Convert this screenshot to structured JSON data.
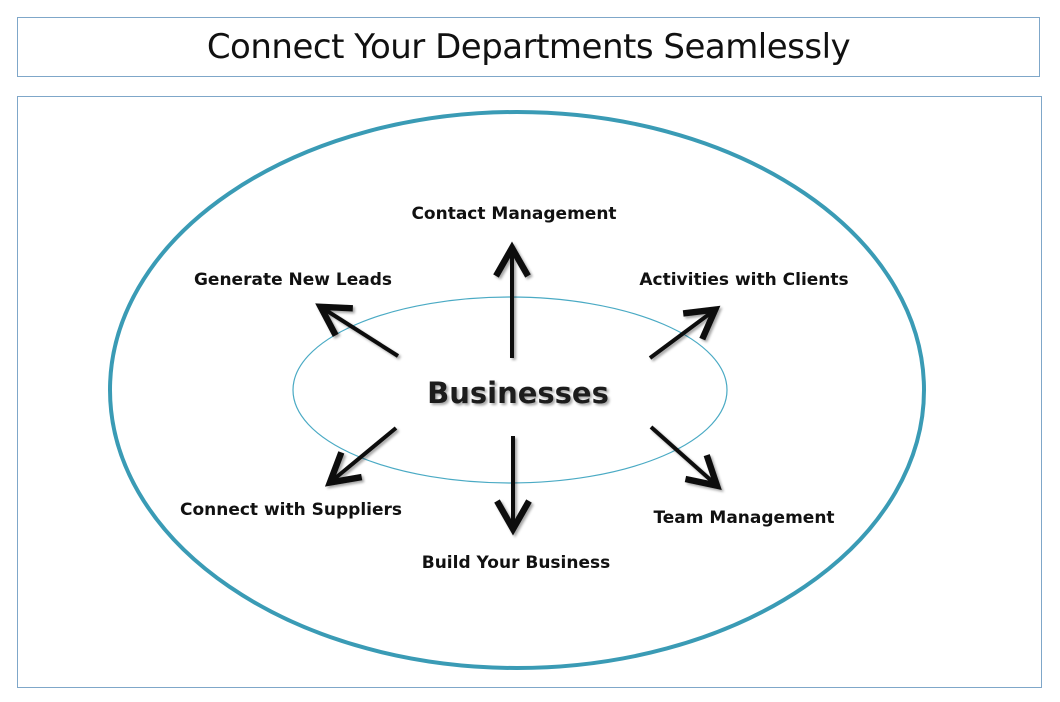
{
  "title": "Connect Your Departments Seamlessly",
  "diagram": {
    "center_label": "Businesses",
    "nodes": [
      {
        "id": "top",
        "label": "Contact Management"
      },
      {
        "id": "top-left",
        "label": "Generate New Leads"
      },
      {
        "id": "top-right",
        "label": "Activities with Clients"
      },
      {
        "id": "bottom-left",
        "label": "Connect with Suppliers"
      },
      {
        "id": "bottom",
        "label": "Build Your Business"
      },
      {
        "id": "bottom-right",
        "label": "Team Management"
      }
    ]
  },
  "colors": {
    "outer_ellipse": "#3a9bb5",
    "inner_ellipse": "#4aaac4",
    "box_border": "#7fa7c9",
    "arrow": "#111111"
  }
}
